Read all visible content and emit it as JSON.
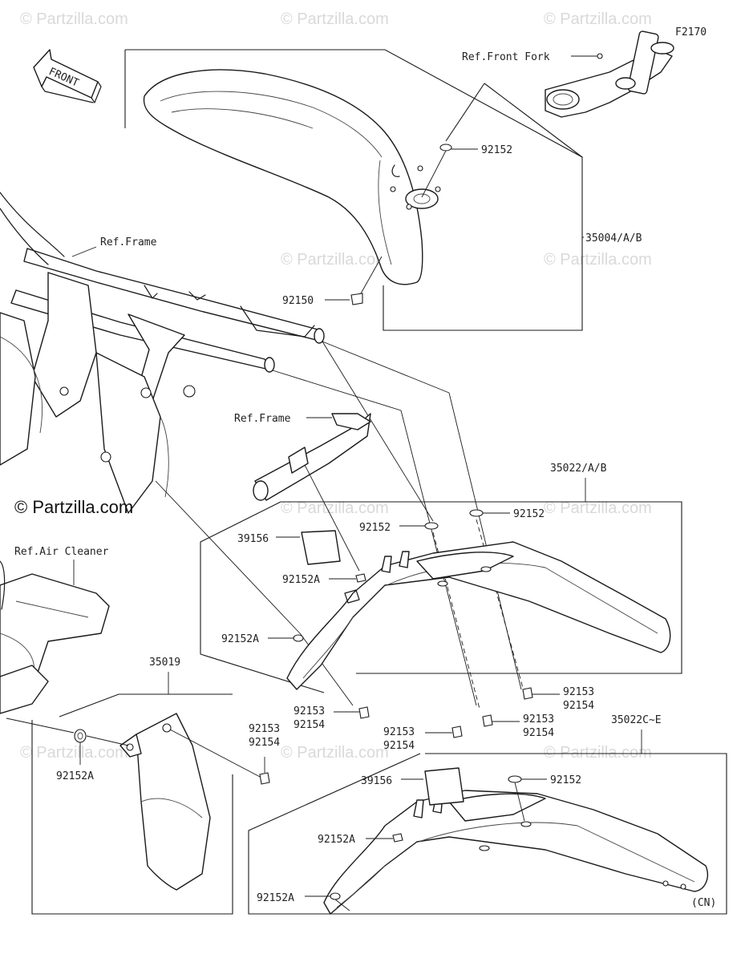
{
  "diagram_code": "F2170",
  "region_code": "(CN)",
  "direction_label": "FRONT",
  "copyright_brand": "© Partzilla.com",
  "watermark_text": "© Partzilla.com",
  "references": {
    "front_fork": "Ref.Front Fork",
    "frame_upper": "Ref.Frame",
    "frame_lower": "Ref.Frame",
    "air_cleaner": "Ref.Air Cleaner"
  },
  "callouts": {
    "front_fender_assy": "35004/A/B",
    "front_fender_washer": "92152",
    "front_fender_bolt": "92150",
    "rear_fender_assy": "35022/A/B",
    "rear_fender_assy_cn": "35022C~E",
    "rear_washer_1": "92152",
    "rear_washer_2": "92152",
    "rear_washer_cn": "92152",
    "reflector_pad_1": "39156",
    "reflector_pad_2": "39156",
    "washer_a_1": "92152A",
    "washer_a_2": "92152A",
    "washer_a_3": "92152A",
    "washer_a_4": "92152A",
    "washer_a_5": "92152A",
    "mud_flap": "35019",
    "bolt_set_1_a": "92153",
    "bolt_set_1_b": "92154",
    "bolt_set_2_a": "92153",
    "bolt_set_2_b": "92154",
    "bolt_set_3_a": "92153",
    "bolt_set_3_b": "92154",
    "bolt_set_4_a": "92153",
    "bolt_set_4_b": "92154",
    "bolt_set_5_a": "92153",
    "bolt_set_5_b": "92154"
  }
}
